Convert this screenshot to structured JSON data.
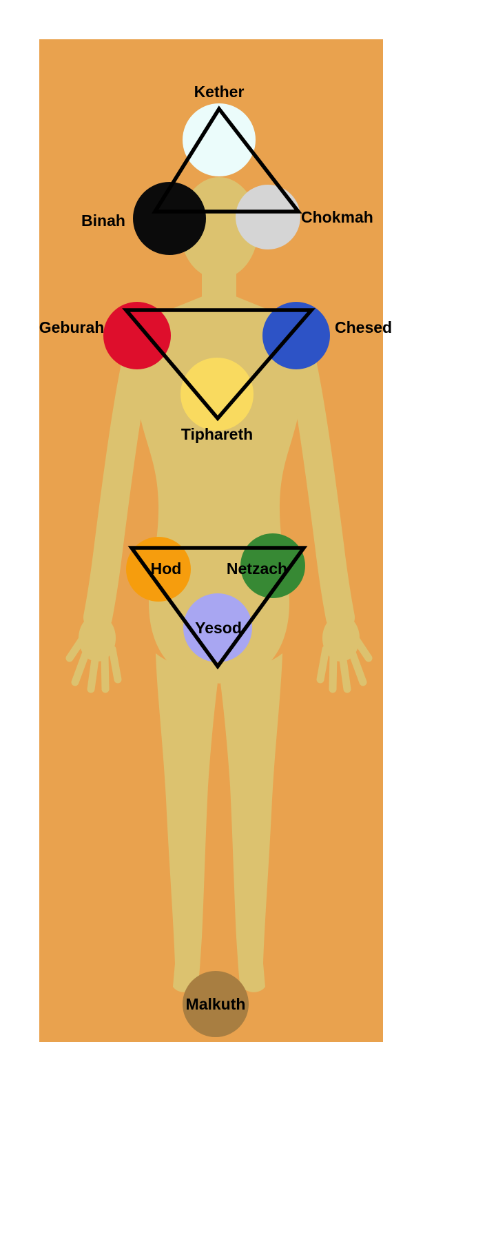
{
  "diagram": {
    "colors": {
      "background": "#ffffff",
      "panel": "#e9a24e",
      "body": "#dcc26f",
      "line": "#000000",
      "label_text": "#000000"
    }
  },
  "sephirot": [
    {
      "id": "kether",
      "label": "Kether",
      "color": "#ebfcfb"
    },
    {
      "id": "binah",
      "label": "Binah",
      "color": "#0b0b0b"
    },
    {
      "id": "chokmah",
      "label": "Chokmah",
      "color": "#d5d5d5"
    },
    {
      "id": "geburah",
      "label": "Geburah",
      "color": "#de0e2c"
    },
    {
      "id": "chesed",
      "label": "Chesed",
      "color": "#2d53c6"
    },
    {
      "id": "tiphareth",
      "label": "Tiphareth",
      "color": "#f9da5f"
    },
    {
      "id": "hod",
      "label": "Hod",
      "color": "#f69d0d"
    },
    {
      "id": "netzach",
      "label": "Netzach",
      "color": "#378934"
    },
    {
      "id": "yesod",
      "label": "Yesod",
      "color": "#a8a6f2"
    },
    {
      "id": "malkuth",
      "label": "Malkuth",
      "color": "#a87e41"
    }
  ],
  "triangles": [
    {
      "name": "supernal-triangle"
    },
    {
      "name": "ethical-triangle"
    },
    {
      "name": "astral-triangle"
    }
  ]
}
